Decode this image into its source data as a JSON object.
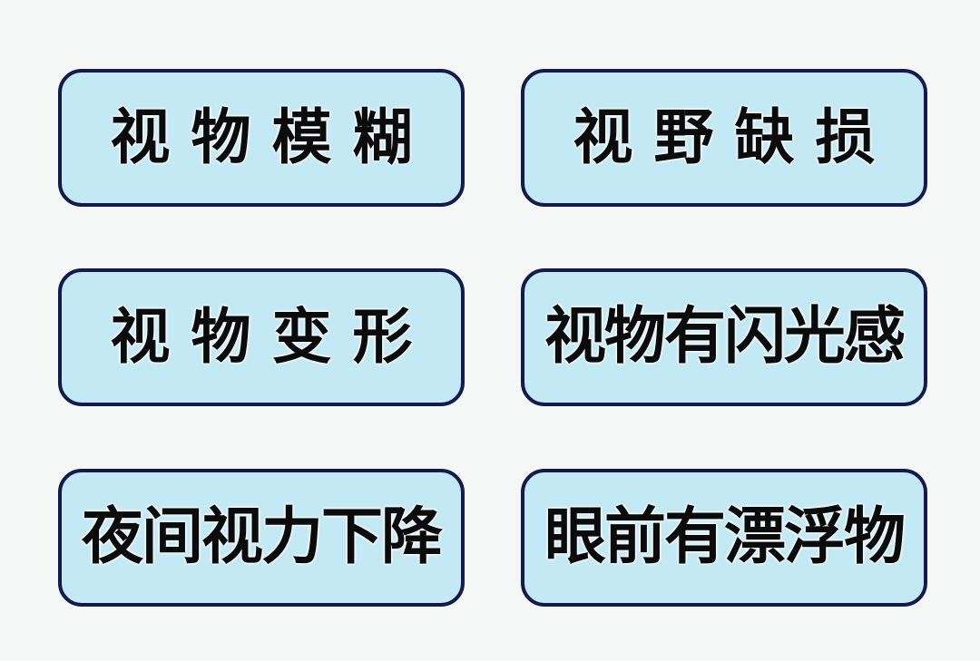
{
  "symptoms": [
    {
      "label": "视 物 模 糊"
    },
    {
      "label": "视 野 缺 损"
    },
    {
      "label": "视 物 变 形"
    },
    {
      "label": "视物有闪光感"
    },
    {
      "label": "夜间视力下降"
    },
    {
      "label": "眼前有漂浮物"
    }
  ]
}
